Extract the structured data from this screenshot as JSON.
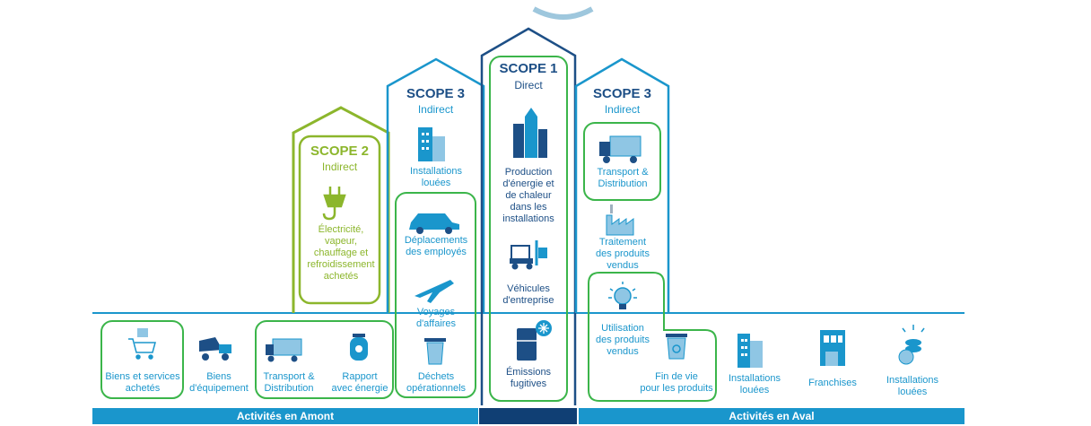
{
  "colors": {
    "light_blue": "#1a96cc",
    "dark_blue": "#1d4f86",
    "green_outline": "#3bb54a",
    "lime": "#8cb62c",
    "bar_blue": "#1a96cc",
    "bar_dark": "#103f74"
  },
  "scope2": {
    "title": "SCOPE 2",
    "subtitle": "Indirect",
    "items": [
      "Électricité,",
      "vapeur,",
      "chauffage et",
      "refroidissement",
      "achetés"
    ]
  },
  "scope3_left": {
    "title": "SCOPE 3",
    "subtitle": "Indirect",
    "installations": [
      "Installations",
      "louées"
    ],
    "deplacements": [
      "Déplacements",
      "des employés"
    ],
    "voyages": [
      "Voyages",
      "d'affaires"
    ],
    "dechets": [
      "Déchets",
      "opérationnels"
    ]
  },
  "scope1": {
    "title": "SCOPE 1",
    "subtitle": "Direct",
    "production": [
      "Production",
      "d'énergie et",
      "de chaleur",
      "dans les",
      "installations"
    ],
    "vehicules": [
      "Véhicules",
      "d'entreprise"
    ],
    "emissions": [
      "Émissions",
      "fugitives"
    ]
  },
  "scope3_right": {
    "title": "SCOPE 3",
    "subtitle": "Indirect",
    "transport": [
      "Transport &",
      "Distribution"
    ],
    "traitement": [
      "Traitement",
      "des produits",
      "vendus"
    ],
    "utilisation": [
      "Utilisation",
      "des produits",
      "vendus"
    ],
    "fin_de_vie": [
      "Fin de vie",
      "pour les produits"
    ]
  },
  "upstream": {
    "biens_services": [
      "Biens et services",
      "achetés"
    ],
    "biens_equipement": [
      "Biens",
      "d'équipement"
    ],
    "transport": [
      "Transport &",
      "Distribution"
    ],
    "rapport": [
      "Rapport",
      "avec énergie"
    ]
  },
  "downstream": {
    "installations": [
      "Installations",
      "louées"
    ],
    "franchises": [
      "Franchises"
    ],
    "installations2": [
      "Installations",
      "louées"
    ]
  },
  "bars": {
    "amont": "Activités en Amont",
    "aval": "Activités en Aval"
  },
  "icons": [
    "cart-icon",
    "dump-truck-icon",
    "truck-icon",
    "gas-cylinder-icon",
    "building-icon",
    "car-icon",
    "airplane-icon",
    "trash-icon",
    "plug-icon",
    "city-icon",
    "forklift-icon",
    "fridge-icon",
    "factory-icon",
    "bulb-icon",
    "recycle-bin-icon",
    "storefront-icon",
    "coins-icon"
  ]
}
